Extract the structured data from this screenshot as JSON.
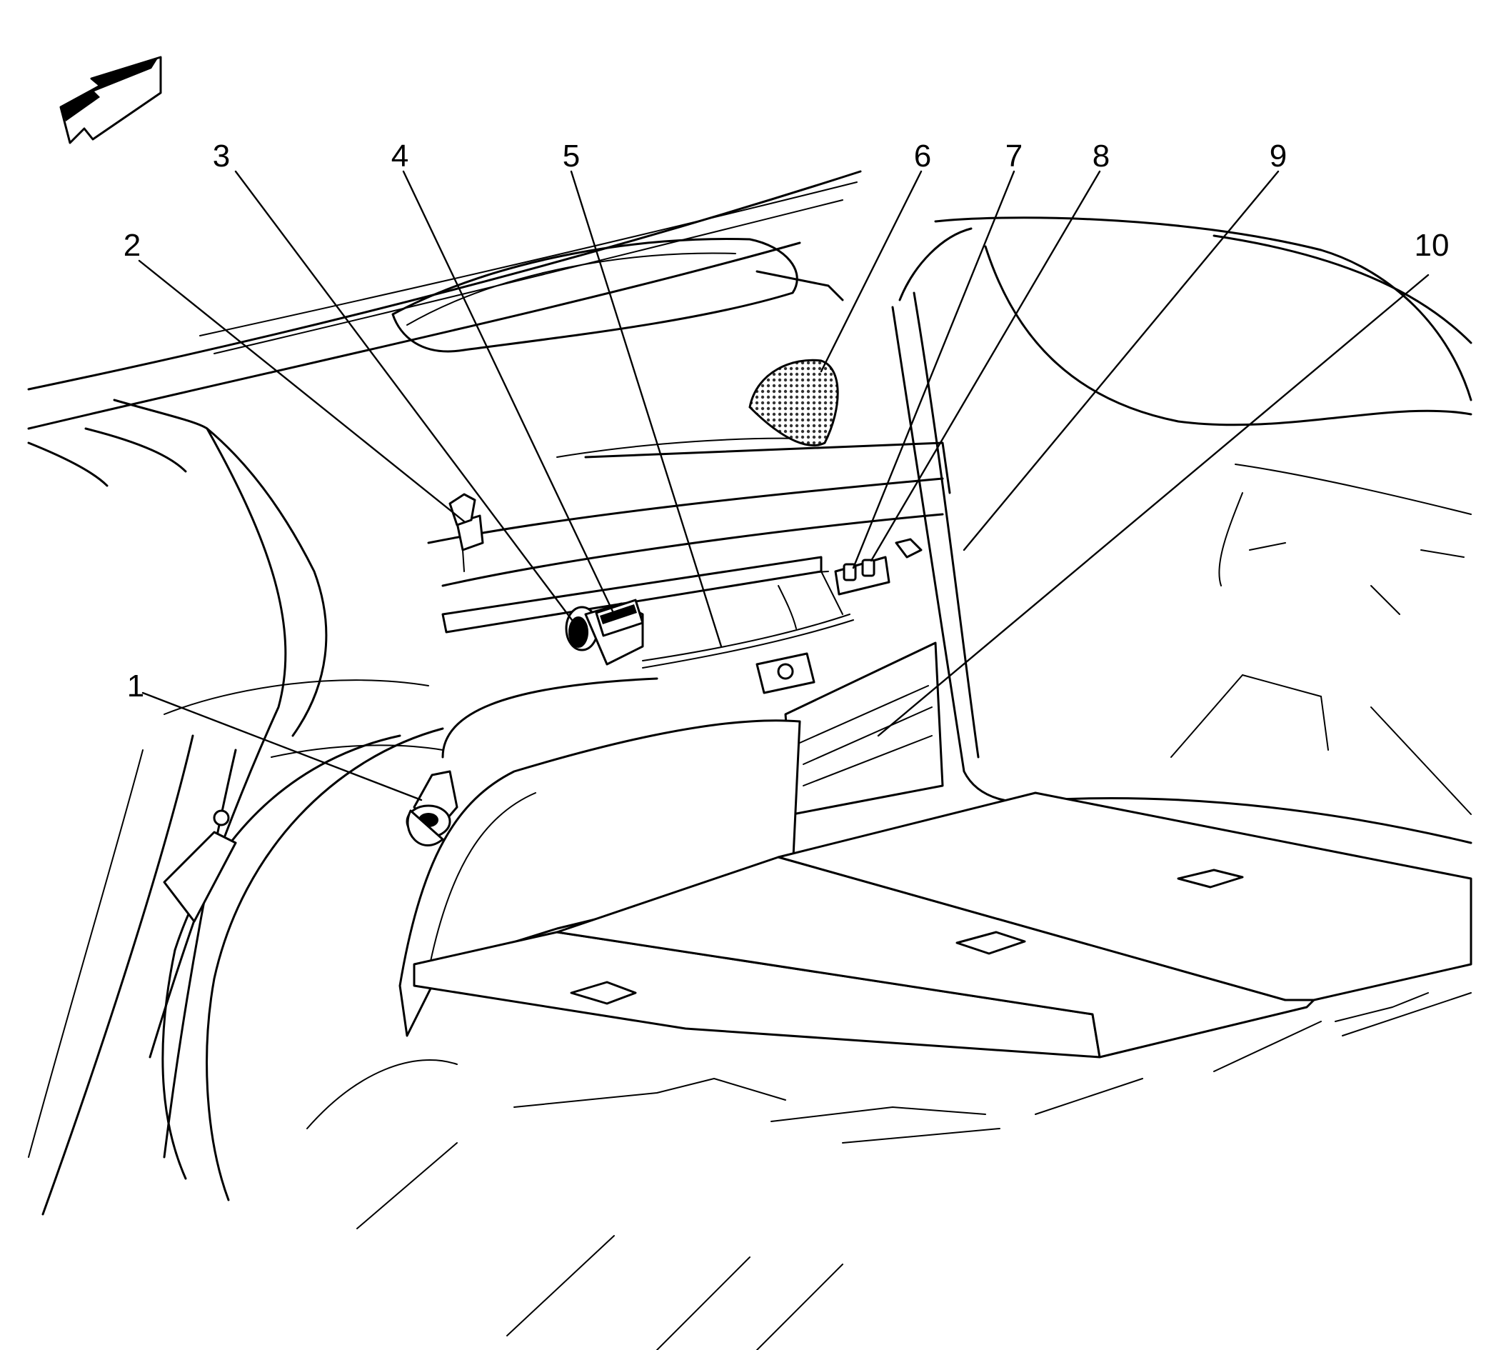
{
  "colors": {
    "ink": "#000000",
    "background": "#ffffff",
    "speaker_mesh": "#4a4a4a"
  },
  "icons": {
    "direction_arrow": "forward-direction-arrow-icon"
  },
  "callouts": [
    {
      "id": "1",
      "label": "1"
    },
    {
      "id": "2",
      "label": "2"
    },
    {
      "id": "3",
      "label": "3"
    },
    {
      "id": "4",
      "label": "4"
    },
    {
      "id": "5",
      "label": "5"
    },
    {
      "id": "6",
      "label": "6"
    },
    {
      "id": "7",
      "label": "7"
    },
    {
      "id": "8",
      "label": "8"
    },
    {
      "id": "9",
      "label": "9"
    },
    {
      "id": "10",
      "label": "10"
    }
  ]
}
